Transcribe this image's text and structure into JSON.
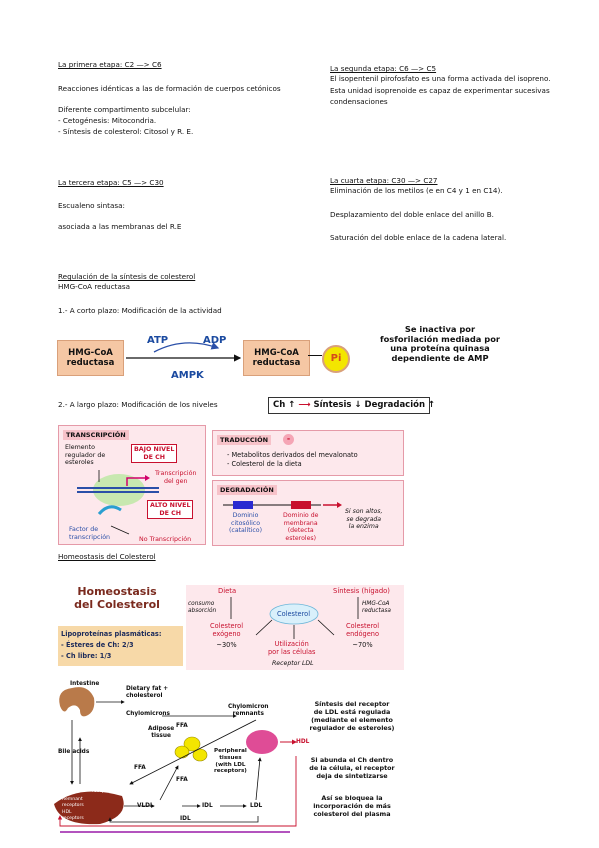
{
  "section1": {
    "title": "La primera etapa: C2 —> C6",
    "line1": "Reacciones idénticas a las de formación de cuerpos cetónicos",
    "line2": "Diferente compartimento subcelular:",
    "bullet1": "- Cetogénesis: Mitocondria.",
    "bullet2": "- Síntesis de colesterol: Citosol y R. E."
  },
  "section2": {
    "title": "La segunda etapa: C6 —> C5",
    "line1": "El isopentenil pirofosfato es una forma activada del isopreno.",
    "line2": "Esta unidad isoprenoide es capaz de experimentar sucesivas",
    "line3": "condensaciones"
  },
  "section3": {
    "title": "La tercera etapa: C5 —> C30",
    "line1": "Escualeno sintasa:",
    "line2": "asociada a las membranas del R.E"
  },
  "section4": {
    "title": "La cuarta etapa: C30 —> C27",
    "line1": "Eliminación de los metilos (e en C4 y 1 en C14).",
    "line2": "Desplazamiento del doble enlace del anillo B.",
    "line3": "Saturación del doble enlace de la cadena lateral."
  },
  "regulation": {
    "title": "Regulación de la síntesis de colesterol",
    "subtitle": "HMG-CoA reductasa",
    "short_term": "1.- A corto plazo: Modificación de la actividad",
    "long_term": "2.- A largo plazo: Modificación de los niveles"
  },
  "short_diagram": {
    "enzyme_left": [
      "HMG-CoA",
      "reductasa"
    ],
    "enzyme_right": [
      "HMG-CoA",
      "reductasa"
    ],
    "atp": "ATP",
    "adp": "ADP",
    "ampk": "AMPK",
    "pi": "Pi",
    "note": [
      "Se inactiva por",
      "fosforilación mediada por",
      "una proteína quinasa",
      "dependiente de AMP"
    ]
  },
  "levels_box": {
    "ch": "Ch",
    "sintesis": "Síntesis",
    "degradacion": "Degradación"
  },
  "transcription": {
    "header": "TRANSCRIPCIÓN",
    "element": [
      "Elemento",
      "regulador de",
      "esteroles"
    ],
    "bajo": [
      "BAJO NIVEL",
      "DE CH"
    ],
    "transcripcion_gen": [
      "Transcripción",
      "del gen"
    ],
    "alto": [
      "ALTO NIVEL",
      "DE CH"
    ],
    "factor": [
      "Factor de",
      "transcripción"
    ],
    "no_transcripcion": "No Transcripción"
  },
  "translation": {
    "header": "TRADUCCIÓN",
    "minus": "-",
    "item1": "- Metabolitos derivados del mevalonato",
    "item2": "- Colesterol de la dieta"
  },
  "degradation": {
    "header": "DEGRADACIÓN",
    "dom1": [
      "Dominio",
      "citosólico",
      "(catalítico)"
    ],
    "dom2": [
      "Dominio de",
      "membrana",
      "(detecta",
      "esteroles)"
    ],
    "note": [
      "Si son altos,",
      "se degrada",
      "la enzima"
    ]
  },
  "homeostasis_heading": "Homeostasis del Colesterol",
  "homeostasis": {
    "title": [
      "Homeostasis",
      "del Colesterol"
    ],
    "lipo_title": "Lipoproteínas plasmáticas:",
    "lipo1": "- Ésteres de Ch: 2/3",
    "lipo2": "- Ch libre: 1/3",
    "dieta": "Dieta",
    "sintesis": "Síntesis (hígado)",
    "consumo": [
      "consumo",
      "absorción"
    ],
    "hmg": [
      "HMG-CoA",
      "reductasa"
    ],
    "colesterol": "Colesterol",
    "exogeno": [
      "Colesterol",
      "exógeno"
    ],
    "endogeno": [
      "Colesterol",
      "endógeno"
    ],
    "pct_exo": "~30%",
    "pct_endo": "~70%",
    "utilizacion": [
      "Utilización",
      "por las células"
    ],
    "receptor": "Receptor LDL"
  },
  "lipoprotein_diagram": {
    "intestine": "Intestine",
    "dietary": [
      "Dietary fat +",
      "cholesterol"
    ],
    "chylomicrons": "Chylomicrons",
    "remnants": [
      "Chylomicron",
      "remnants"
    ],
    "ffa": "FFA",
    "adipose": [
      "Adipose",
      "tissue"
    ],
    "peripheral": [
      "Peripheral",
      "tissues",
      "(with LDL",
      "receptors)"
    ],
    "bile": "Bile acids",
    "liver": "LIVER",
    "ldl_receptors": [
      "LDL",
      "receptors"
    ],
    "remnant_receptors": [
      "Remnant",
      "receptors"
    ],
    "vldl": "VLDL",
    "idl": "IDL",
    "ldl": "LDL",
    "hdl": "HDL",
    "hdl_receptors": [
      "HDL",
      "receptors"
    ]
  },
  "side_notes": {
    "note1": [
      "Síntesis del receptor",
      "de LDL está regulada",
      "(mediante el elemento",
      "regulador de esteroles)"
    ],
    "note2": [
      "Si abunda el Ch dentro",
      "de la célula, el receptor",
      "deja de sintetizarse"
    ],
    "note3": [
      "Así se bloquea la",
      "incorporación de más",
      "colesterol del plasma"
    ]
  }
}
